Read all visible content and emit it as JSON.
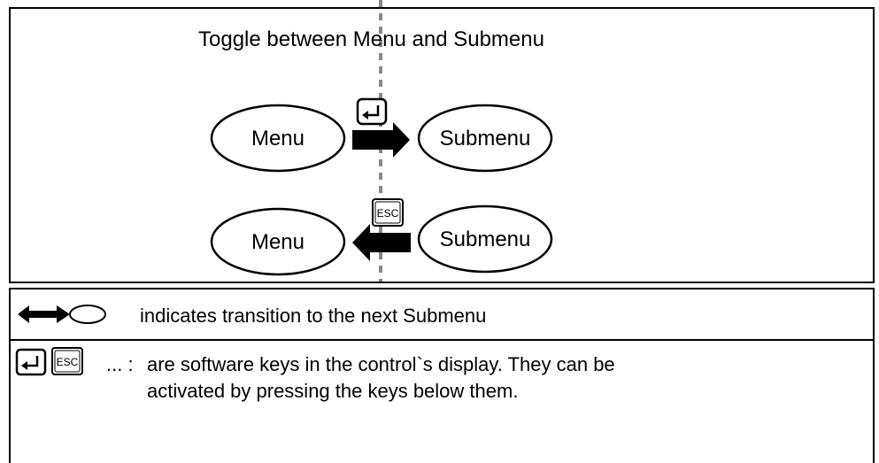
{
  "diagram": {
    "title": "Toggle between Menu and Submenu",
    "row1": {
      "left_node": "Menu",
      "right_node": "Submenu",
      "key_icon": "enter-key-icon"
    },
    "row2": {
      "left_node": "Menu",
      "right_node": "Submenu",
      "key_label": "ESC",
      "key_icon": "esc-key-icon"
    }
  },
  "legend": {
    "transition": {
      "icon": "transition-arrow-icon",
      "text": "indicates transition to the next Submenu"
    },
    "softkeys": {
      "icons": [
        "enter-key-icon",
        "esc-key-icon"
      ],
      "esc_label": "ESC",
      "prefix": "... :",
      "line1": "are software keys in the control`s display. They can be",
      "line2": "activated by pressing the keys below them."
    }
  }
}
